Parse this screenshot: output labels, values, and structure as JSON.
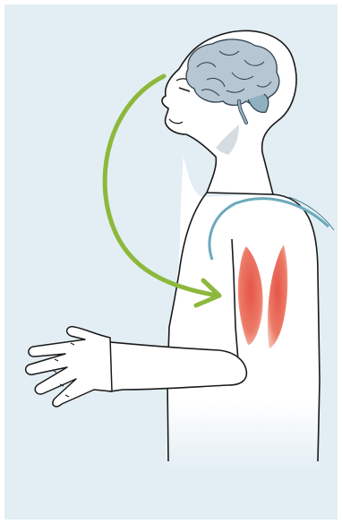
{
  "figure": {
    "kind": "illustration",
    "depicts": [
      "brain",
      "arm-muscles",
      "signal-arrow-brain-to-muscle",
      "feedback-arc"
    ]
  },
  "colors": {
    "panel_background": "#e3eef4",
    "body_fill": "#ffffff",
    "outline": "#1a1a1a",
    "brain": "#b7c6d3",
    "brain_stem": "#8fb0c0",
    "signal_arrow": "#8db83c",
    "feedback_arc": "#6aaabb",
    "muscle": "#e5554a"
  },
  "icons": {
    "brain": "brain-icon",
    "arrow": "curved-arrow-icon",
    "muscle": "muscle-icon"
  }
}
